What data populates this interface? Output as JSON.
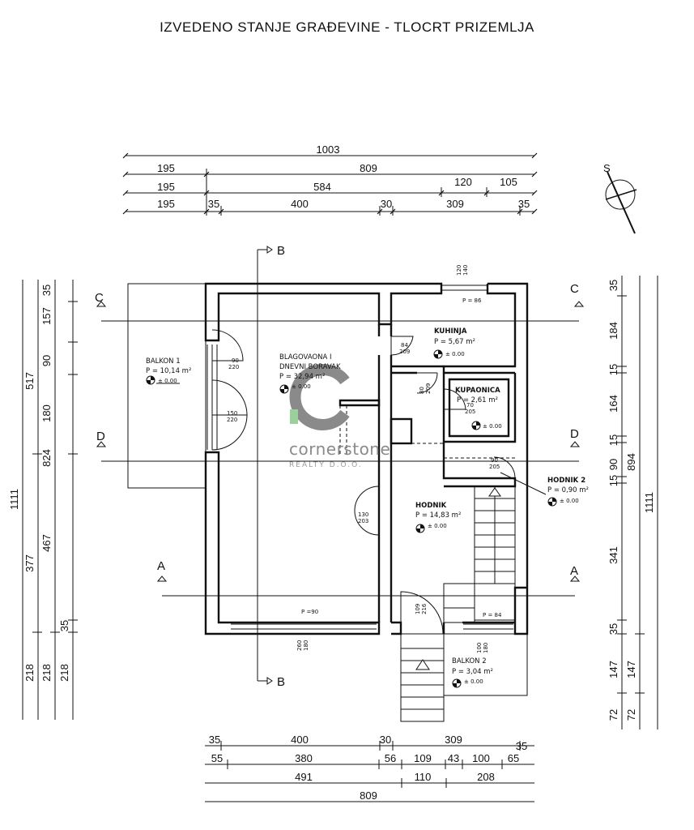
{
  "title": "IZVEDENO STANJE GRAĐEVINE - TLOCRT PRIZEMLJA",
  "north_label": "S",
  "top_dims": {
    "row1": [
      "1003"
    ],
    "row2": [
      "195",
      "809"
    ],
    "row3": [
      "195",
      "584",
      "120",
      "105"
    ],
    "row4": [
      "195",
      "35",
      "400",
      "30",
      "309",
      "35"
    ]
  },
  "bottom_dims": {
    "row1": [
      "35",
      "400",
      "30",
      "309",
      "35"
    ],
    "row2": [
      "55",
      "380",
      "56",
      "109",
      "43",
      "100",
      "65"
    ],
    "row3": [
      "491",
      "110",
      "208"
    ],
    "row4": [
      "809"
    ]
  },
  "left_dims": {
    "col1": [
      "1111"
    ],
    "col2": [
      "517",
      "377",
      "218"
    ],
    "col3": [
      "824",
      "218"
    ],
    "col4": [
      "157",
      "90",
      "180",
      "467",
      "35",
      "218"
    ],
    "col4_top": "35"
  },
  "right_dims": {
    "col1": [
      "35",
      "184",
      "15",
      "164",
      "15",
      "90",
      "15",
      "341",
      "35",
      "147",
      "72"
    ],
    "col2": [
      "894",
      "147",
      "72"
    ],
    "col3": [
      "1111"
    ]
  },
  "sections": {
    "a": "A",
    "b": "B",
    "c": "C",
    "d": "D"
  },
  "rooms": [
    {
      "name": "BALKON 1",
      "area": "P = 10,14 m²",
      "level": "± 0.00"
    },
    {
      "name": "BLAGOVAONA I",
      "name2": "DNEVNI BORAVAK",
      "area": "P = 32,94 m²",
      "level": "± 0.00"
    },
    {
      "name": "KUHINJA",
      "area": "P = 5,67 m²",
      "level": "± 0.00"
    },
    {
      "name": "KUPAONICA",
      "area": "P = 2,61 m²",
      "level": "± 0.00"
    },
    {
      "name": "HODNIK 2",
      "area": "P = 0,90 m²",
      "level": "± 0.00"
    },
    {
      "name": "HODNIK",
      "area": "P = 14,83 m²",
      "level": "± 0.00"
    },
    {
      "name": "BALKON 2",
      "area": "P = 3,04 m²",
      "level": "± 0.00"
    }
  ],
  "openings": {
    "balkon1_door1": [
      "90",
      "220"
    ],
    "balkon1_door2": [
      "150",
      "220"
    ],
    "kuhinja_door": [
      "84",
      "209"
    ],
    "kuhinja_door2": [
      "80",
      "209"
    ],
    "kupaonica_door": [
      "70",
      "205"
    ],
    "hodnik2_door": [
      "90",
      "205"
    ],
    "hodnik_door": [
      "130",
      "203"
    ],
    "entry_door": [
      "109",
      "216"
    ],
    "window_top": [
      "120",
      "140"
    ],
    "window_top_p": "P = 86",
    "window_bottom": [
      "260",
      "180"
    ],
    "window_bottom_p": "P =90",
    "window_b2": [
      "100",
      "180"
    ],
    "window_b2_p": "P = 84"
  },
  "watermark": {
    "main": "cornerstone",
    "sub": "REALTY D.O.O."
  }
}
